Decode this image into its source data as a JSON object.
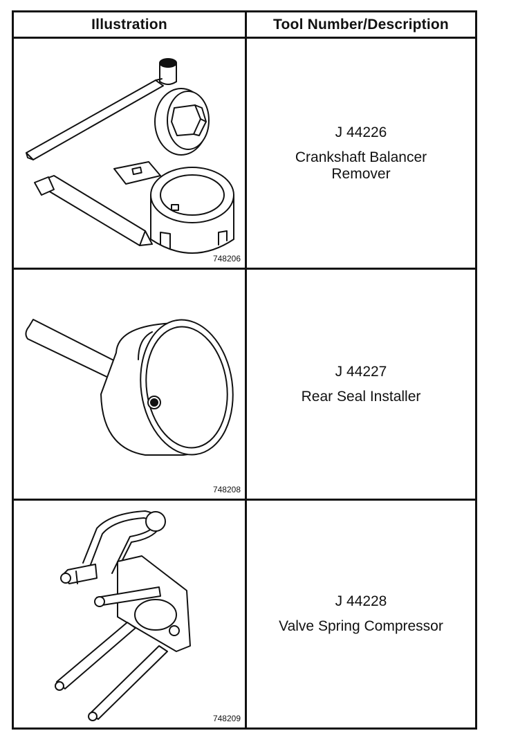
{
  "header": {
    "illustration": "Illustration",
    "tool_desc": "Tool Number/Description"
  },
  "rows": [
    {
      "tool_number": "J 44226",
      "desc_line1": "Crankshaft Balancer",
      "desc_line2": "Remover",
      "figure_id": "748206",
      "icon": "crankshaft-balancer-remover-illustration"
    },
    {
      "tool_number": "J 44227",
      "desc_line1": "Rear Seal Installer",
      "desc_line2": "",
      "figure_id": "748208",
      "icon": "rear-seal-installer-illustration"
    },
    {
      "tool_number": "J 44228",
      "desc_line1": "Valve Spring Compressor",
      "desc_line2": "",
      "figure_id": "748209",
      "icon": "valve-spring-compressor-illustration"
    }
  ]
}
